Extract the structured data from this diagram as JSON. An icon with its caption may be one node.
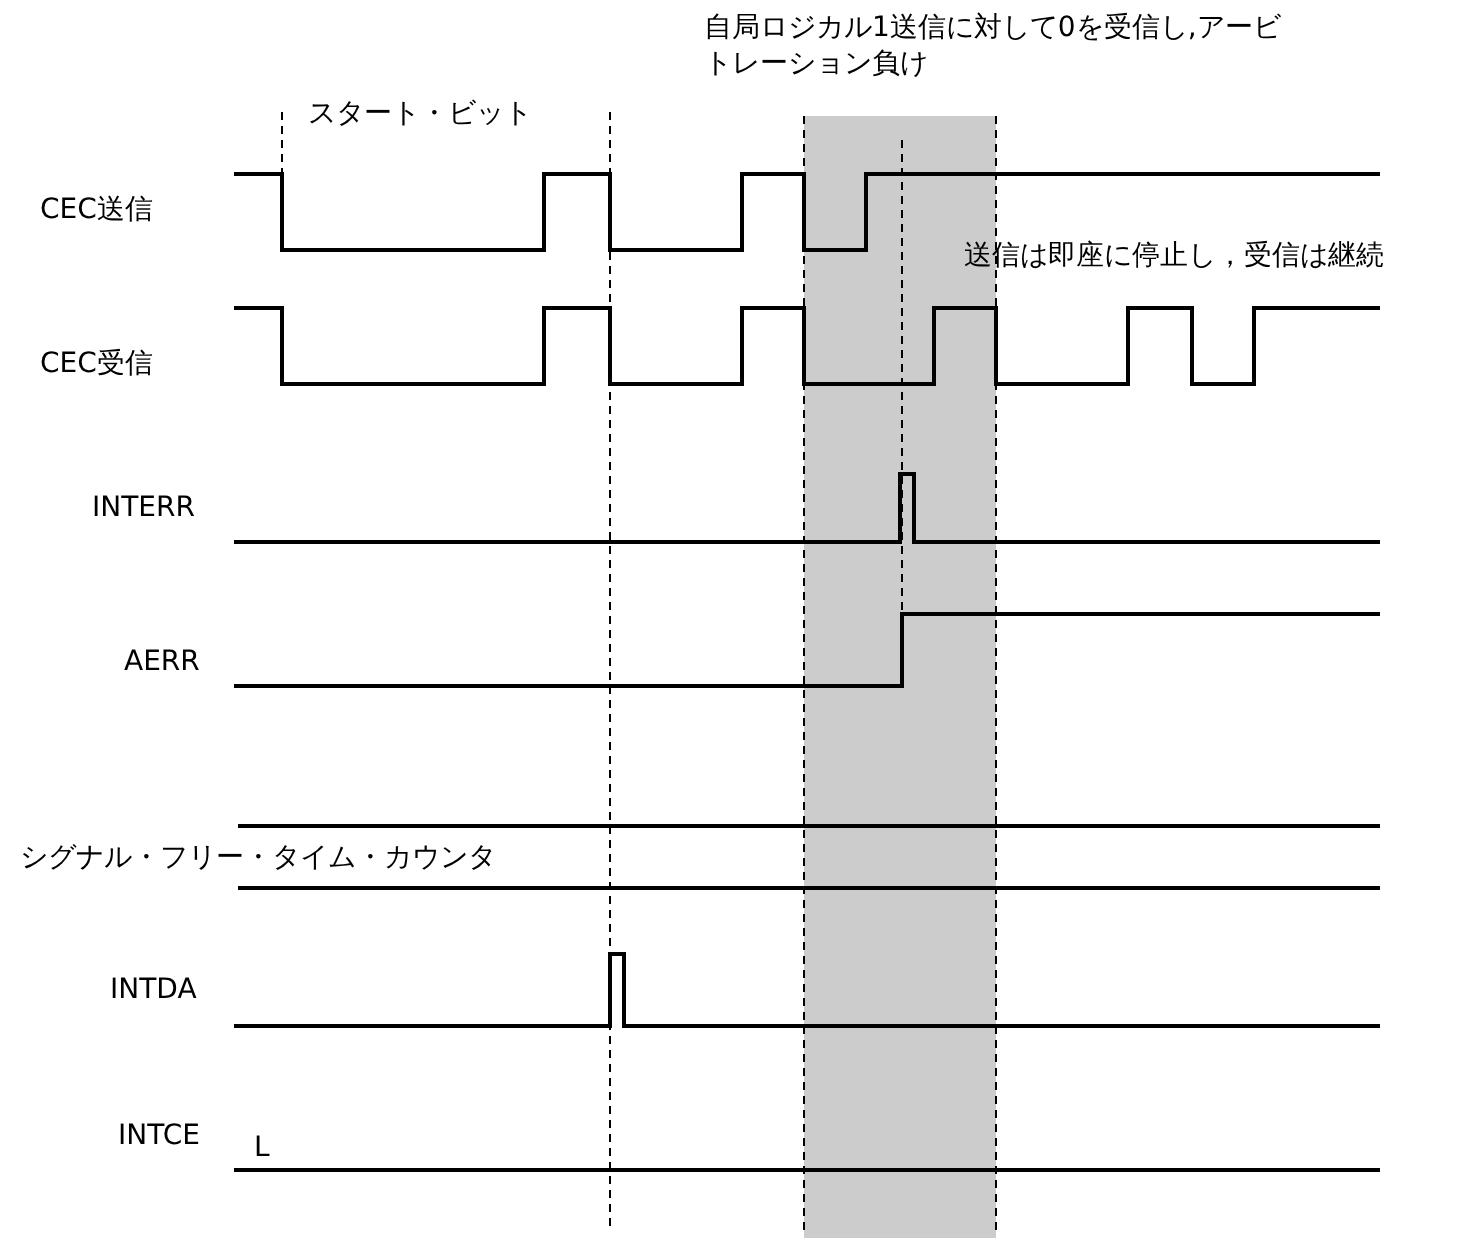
{
  "diagram": {
    "labels": [
      "自局ロジカル1送信に対して0を受信し,アービトレーション負け",
      "スタート・ビット",
      "CEC送信",
      "送信は即座に停止し，受信は継続",
      "CEC受信",
      "INTERR",
      "AERR",
      "シグナル・フリー・タイム・カウンタ",
      "INTDA",
      "INTCE",
      "L"
    ]
  }
}
